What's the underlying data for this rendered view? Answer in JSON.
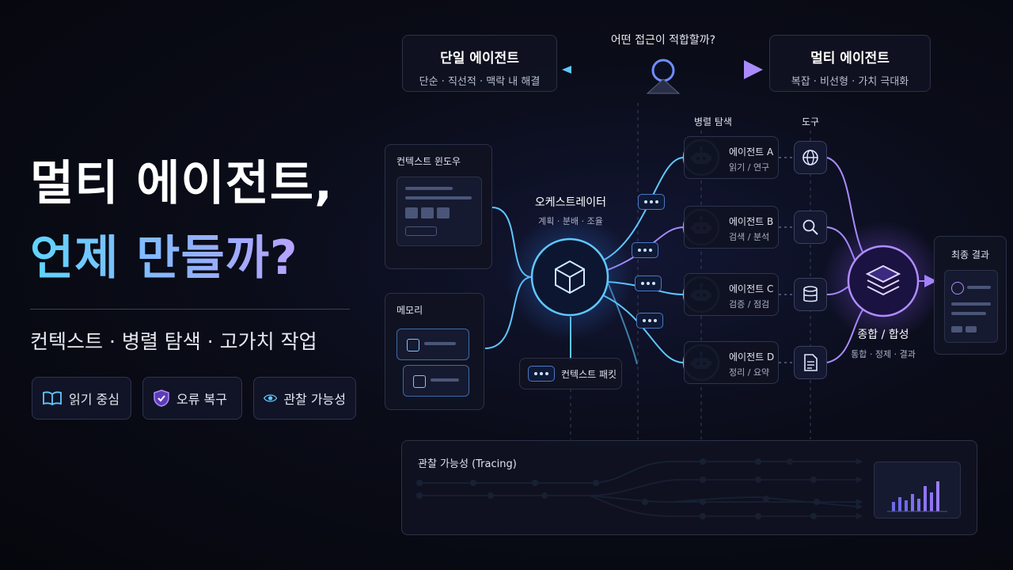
{
  "headline": {
    "line1": "멀티 에이전트,",
    "line2": "언제 만들까?"
  },
  "subtitle": "컨텍스트 · 병렬 탐색 · 고가치 작업",
  "chips": [
    {
      "label": "읽기 중심",
      "icon": "book-icon"
    },
    {
      "label": "오류 복구",
      "icon": "shield-check-icon"
    },
    {
      "label": "관찰 가능성",
      "icon": "eye-icon"
    }
  ],
  "comparison": {
    "question": "어떤 접근이 적합할까?",
    "single": {
      "title": "단일 에이전트",
      "desc": "단순 · 직선적 · 맥락 내 해결"
    },
    "multi": {
      "title": "멀티 에이전트",
      "desc": "복잡 · 비선형 · 가치 극대화"
    }
  },
  "context_window": {
    "label": "컨텍스트 윈도우"
  },
  "memory": {
    "label": "메모리"
  },
  "orchestrator": {
    "label": "오케스트레이터",
    "desc": "계획 · 분배 · 조율",
    "icon": "cube-icon"
  },
  "context_packet": {
    "label": "컨텍스트 패킷"
  },
  "columns": {
    "parallel": "병렬 탐색",
    "tools": "도구"
  },
  "agents": [
    {
      "name": "에이전트 A",
      "role": "읽기 / 연구",
      "tool_icon": "globe-icon",
      "color": "#5fc8ff"
    },
    {
      "name": "에이전트 B",
      "role": "검색 / 분석",
      "tool_icon": "search-icon",
      "color": "#b48cff"
    },
    {
      "name": "에이전트 C",
      "role": "검증 / 점검",
      "tool_icon": "database-icon",
      "color": "#5fc8ff"
    },
    {
      "name": "에이전트 D",
      "role": "정리 / 요약",
      "tool_icon": "document-icon",
      "color": "#5fc8ff"
    }
  ],
  "synthesis": {
    "label": "종합 / 합성",
    "desc": "통합 · 정제 · 결과",
    "icon": "layers-icon"
  },
  "final": {
    "label": "최종 결과"
  },
  "tracing": {
    "label": "관찰 가능성 (Tracing)"
  },
  "colors": {
    "cyan": "#5fc8ff",
    "purple": "#a98bff",
    "background": "#07080f"
  }
}
